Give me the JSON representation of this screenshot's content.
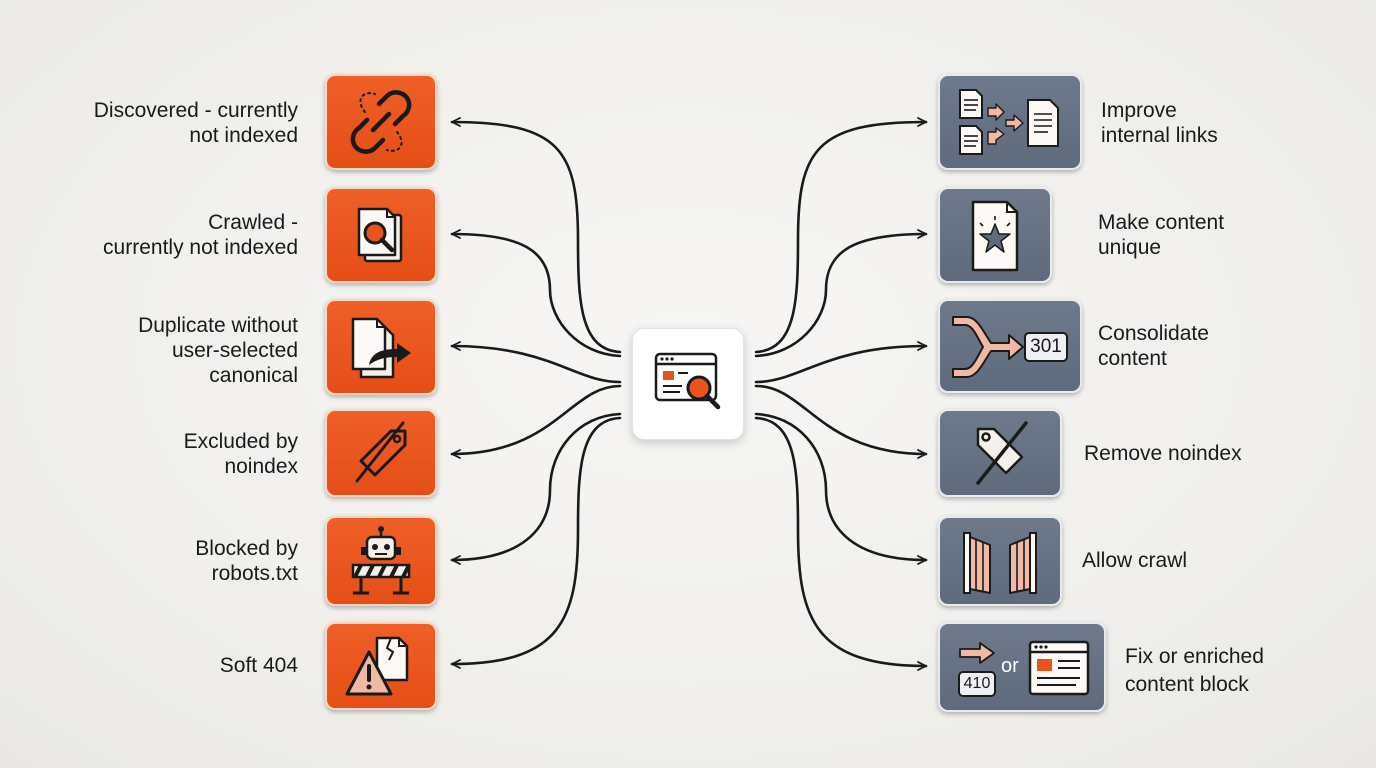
{
  "issues": [
    {
      "label": "Discovered - currently\nnot indexed",
      "icon": "broken-link-icon"
    },
    {
      "label": "Crawled -\ncurrently not indexed",
      "icon": "magnifier-document-icon"
    },
    {
      "label": "Duplicate without\nuser-selected\ncanonical",
      "icon": "duplicate-document-arrow-icon"
    },
    {
      "label": "Excluded by\nnoindex",
      "icon": "crossed-tag-icon"
    },
    {
      "label": "Blocked by\nrobots.txt",
      "icon": "robot-barrier-icon"
    },
    {
      "label": "Soft 404",
      "icon": "warning-document-icon"
    }
  ],
  "fixes": [
    {
      "label": "Improve\ninternal links",
      "icon": "linked-documents-icon"
    },
    {
      "label": "Make content\nunique",
      "icon": "star-document-icon"
    },
    {
      "label": "Consolidate\ncontent",
      "icon": "merge-arrow-icon",
      "badge": "301"
    },
    {
      "label": "Remove noindex",
      "icon": "removed-tag-icon"
    },
    {
      "label": "Allow crawl",
      "icon": "open-gate-icon"
    },
    {
      "label": "Fix or enriched\ncontent block",
      "icon": "redirect-or-content-icon",
      "badge": "410",
      "connector": "or"
    }
  ],
  "hub": {
    "icon": "browser-search-icon"
  },
  "colors": {
    "issue": "#e9531d",
    "fix": "#66727f",
    "connector": "#1a1a1a",
    "accent": "#f1b9a3"
  }
}
